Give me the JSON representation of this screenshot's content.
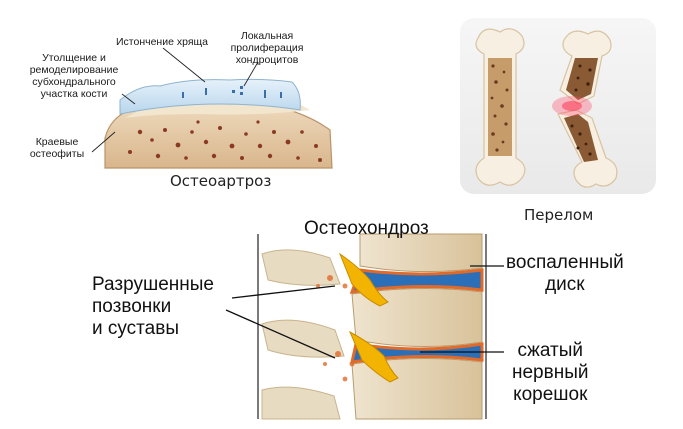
{
  "osteoarthritis": {
    "caption": "Остеоартроз",
    "labels": {
      "cartilage_thinning": "Истончение хряща",
      "chondrocyte_proliferation": "Локальная\nпролиферация\nхондроцитов",
      "subchondral_thickening": "Утолщение и\nремоделирование\nсубхондрального\nучастка кости",
      "marginal_osteophytes": "Краевые\nостеофиты"
    }
  },
  "fracture": {
    "caption": "Перелом"
  },
  "osteochondrosis": {
    "title": "Остеохондроз",
    "labels": {
      "destroyed_vertebrae": "Разрушенные\nпозвонки\nи суставы",
      "inflamed_disc": "воспаленный\nдиск",
      "compressed_nerve": "сжатый\nнервный\nкорешок"
    }
  },
  "colors": {
    "cartilage": "#cde3f2",
    "bone": "#e8cfae",
    "marrow": "#8a3a22",
    "nerve": "#f2b400",
    "disc_inflamed": "#2a6fb8",
    "inflammation": "#e06a2a"
  }
}
